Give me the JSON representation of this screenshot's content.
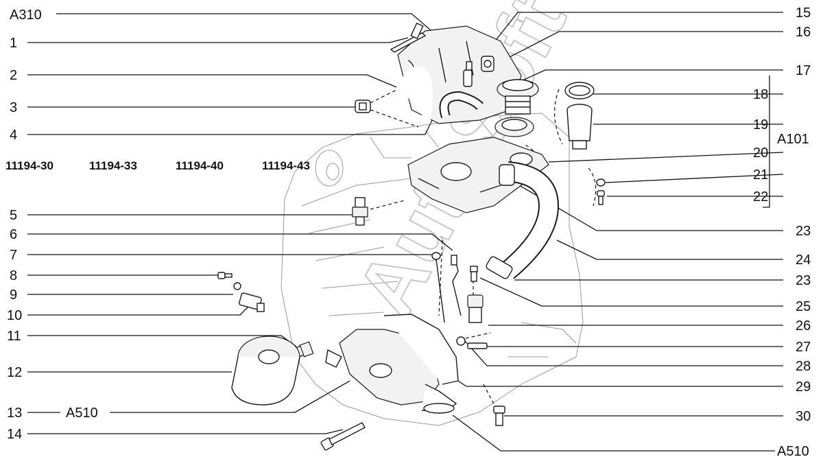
{
  "diagram": {
    "watermark": "AutoSoft",
    "left_callouts": [
      {
        "id": "A310",
        "label": "A310"
      },
      {
        "id": "1",
        "label": "1"
      },
      {
        "id": "2",
        "label": "2"
      },
      {
        "id": "3",
        "label": "3"
      },
      {
        "id": "4",
        "label": "4"
      },
      {
        "id": "5",
        "label": "5"
      },
      {
        "id": "6",
        "label": "6"
      },
      {
        "id": "7",
        "label": "7"
      },
      {
        "id": "8",
        "label": "8"
      },
      {
        "id": "9",
        "label": "9"
      },
      {
        "id": "10",
        "label": "10"
      },
      {
        "id": "11",
        "label": "11"
      },
      {
        "id": "12",
        "label": "12"
      },
      {
        "id": "13",
        "label": "13"
      },
      {
        "id": "13b",
        "label": "A510"
      },
      {
        "id": "14",
        "label": "14"
      }
    ],
    "right_callouts": [
      {
        "id": "15",
        "label": "15"
      },
      {
        "id": "16",
        "label": "16"
      },
      {
        "id": "17",
        "label": "17"
      },
      {
        "id": "18",
        "label": "18"
      },
      {
        "id": "19",
        "label": "19"
      },
      {
        "id": "A101",
        "label": "A101"
      },
      {
        "id": "20",
        "label": "20"
      },
      {
        "id": "21",
        "label": "21"
      },
      {
        "id": "22",
        "label": "22"
      },
      {
        "id": "23a",
        "label": "23"
      },
      {
        "id": "24",
        "label": "24"
      },
      {
        "id": "23b",
        "label": "23"
      },
      {
        "id": "25",
        "label": "25"
      },
      {
        "id": "26",
        "label": "26"
      },
      {
        "id": "27",
        "label": "27"
      },
      {
        "id": "28",
        "label": "28"
      },
      {
        "id": "29",
        "label": "29"
      },
      {
        "id": "30",
        "label": "30"
      },
      {
        "id": "A510b",
        "label": "A510"
      }
    ],
    "model_codes": [
      "11194-30",
      "11194-33",
      "11194-40",
      "11194-43"
    ]
  }
}
